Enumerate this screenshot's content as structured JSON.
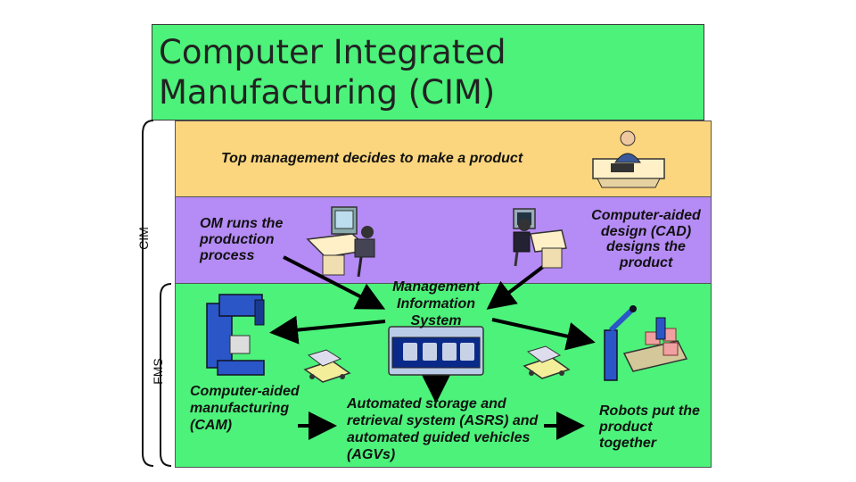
{
  "title": "Computer Integrated\nManufacturing (CIM)",
  "side_labels": {
    "cim": "CIM",
    "fms": "FMS"
  },
  "labels": {
    "top_management": "Top management decides to make a product",
    "om": "OM runs the production process",
    "cad": "Computer-aided design (CAD) designs the product",
    "mis": "Management Information System",
    "cam": "Computer-aided manufacturing (CAM)",
    "asrs": "Automated storage and retrieval system (ASRS) and automated guided vehicles (AGVs)",
    "robots": "Robots put the product together"
  },
  "colors": {
    "title_bg": "#4cf27a",
    "top_band": "#fbd67e",
    "middle_band": "#b58bf5",
    "bottom_band": "#4cf27a",
    "arrow": "#000000"
  },
  "icons": [
    "manager-desk-icon",
    "om-workstation-icon",
    "cad-workstation-icon",
    "mis-computer-icon",
    "cam-machine-icon",
    "agv-cart-icon",
    "robot-assembly-icon"
  ]
}
